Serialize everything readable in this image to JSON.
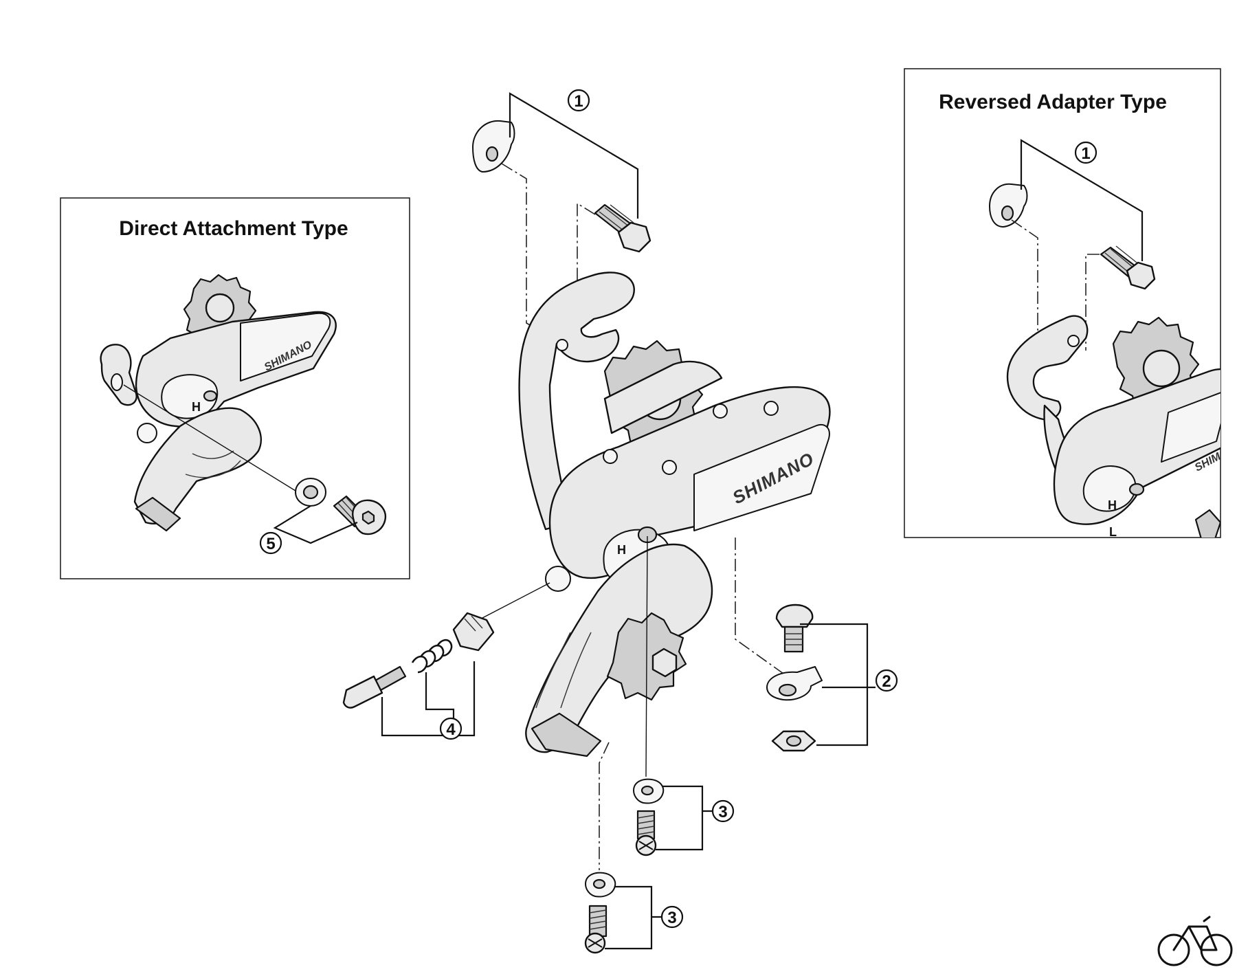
{
  "insets": {
    "direct": {
      "title": "Direct Attachment Type"
    },
    "reversed": {
      "title": "Reversed Adapter Type"
    }
  },
  "callouts": {
    "c1": "1",
    "c2": "2",
    "c3a": "3",
    "c3b": "3",
    "c4": "4",
    "c5": "5",
    "c1r": "1"
  },
  "labels": {
    "brand": "SHIMANO",
    "high": "H",
    "low": "L"
  },
  "icons": {
    "logo": "bicycle-icon"
  }
}
